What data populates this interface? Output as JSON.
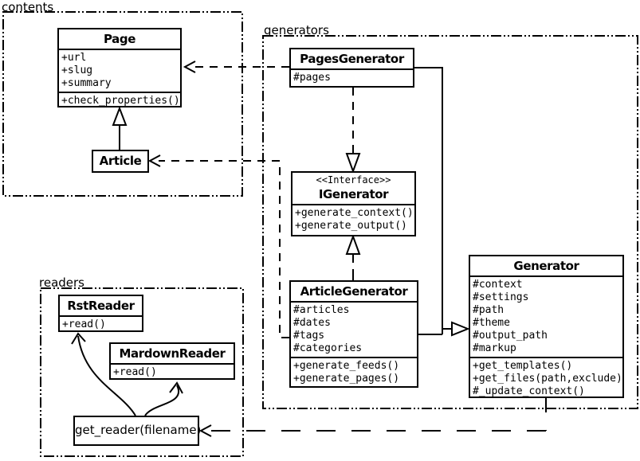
{
  "diagram": {
    "packages": {
      "contents": {
        "label": "contents"
      },
      "generators": {
        "label": "generators"
      },
      "readers": {
        "label": "readers"
      }
    },
    "classes": {
      "page": {
        "title": "Page",
        "attributes": [
          "+url",
          "+slug",
          "+summary"
        ],
        "methods": [
          "+check_properties()"
        ]
      },
      "article": {
        "title": "Article"
      },
      "pages_generator": {
        "title": "PagesGenerator",
        "attributes": [
          "#pages"
        ]
      },
      "igenerator": {
        "stereotype": "<<Interface>>",
        "title": "IGenerator",
        "methods": [
          "+generate_context()",
          "+generate_output()"
        ]
      },
      "article_generator": {
        "title": "ArticleGenerator",
        "attributes": [
          "#articles",
          "#dates",
          "#tags",
          "#categories"
        ],
        "methods": [
          "+generate_feeds()",
          "+generate_pages()"
        ]
      },
      "generator": {
        "title": "Generator",
        "attributes": [
          "#context",
          "#settings",
          "#path",
          "#theme",
          "#output_path",
          "#markup"
        ],
        "methods": [
          "+get_templates()",
          "+get_files(path,exclude)",
          "#_update_context()"
        ]
      },
      "rst_reader": {
        "title": "RstReader",
        "methods": [
          "+read()"
        ]
      },
      "mardown_reader": {
        "title": "MardownReader",
        "methods": [
          "+read()"
        ]
      },
      "get_reader": {
        "label": "get_reader(filename)"
      }
    },
    "relationships": [
      {
        "from": "Article",
        "to": "Page",
        "type": "generalization"
      },
      {
        "from": "PagesGenerator",
        "to": "Page",
        "type": "dependency"
      },
      {
        "from": "ArticleGenerator",
        "to": "Article",
        "type": "dependency"
      },
      {
        "from": "PagesGenerator",
        "to": "IGenerator",
        "type": "realization"
      },
      {
        "from": "ArticleGenerator",
        "to": "IGenerator",
        "type": "realization"
      },
      {
        "from": "PagesGenerator",
        "to": "Generator",
        "type": "generalization"
      },
      {
        "from": "ArticleGenerator",
        "to": "Generator",
        "type": "generalization"
      },
      {
        "from": "Generator",
        "to": "get_reader(filename)",
        "type": "dependency"
      },
      {
        "from": "get_reader(filename)",
        "to": "RstReader",
        "type": "arrow"
      },
      {
        "from": "get_reader(filename)",
        "to": "MardownReader",
        "type": "arrow"
      }
    ],
    "colors": {
      "line": "#000000",
      "background": "#ffffff",
      "box_fill": "#ffffff"
    }
  }
}
